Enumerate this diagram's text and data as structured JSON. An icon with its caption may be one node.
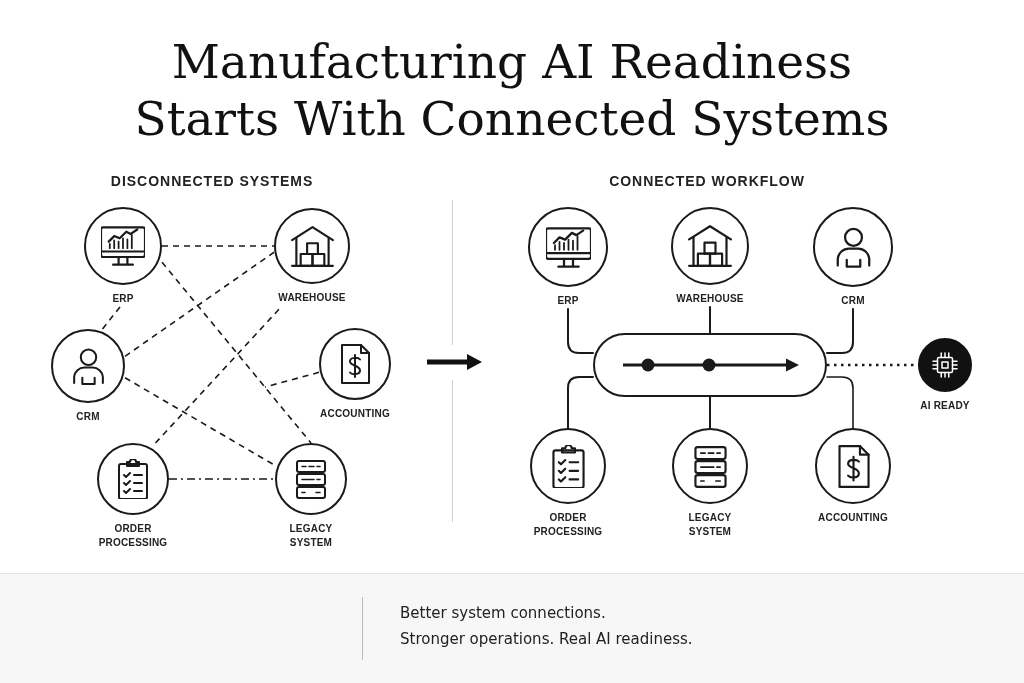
{
  "diagram": {
    "title": "Manufacturing AI Readiness Starts With Connected Systems",
    "nodes": [
      {
        "text": [
          "ERP"
        ]
      },
      {
        "text": [
          "WAREHOUSE"
        ]
      },
      {
        "text": [
          "CRM"
        ]
      },
      {
        "text": [
          "ACCOUNTING"
        ]
      },
      {
        "text": [
          "ORDER PROCESSING"
        ]
      },
      {
        "text": [
          "LEGACY SYSTEM"
        ]
      },
      {
        "text": [
          "ERP"
        ]
      },
      {
        "text": [
          "WAREHOUSE"
        ]
      },
      {
        "text": [
          "CRM"
        ]
      },
      {
        "text": [],
        "shape": "capsule"
      },
      {
        "text": [
          "AI READY"
        ]
      },
      {
        "text": [
          "ORDER PROCESSING"
        ]
      },
      {
        "text": [
          "LEGACY SYSTEM"
        ]
      },
      {
        "text": [
          "ACCOUNTING"
        ]
      }
    ],
    "edges": [
      {
        "from": 0,
        "to": 1,
        "arrow": "none",
        "style": "dashed"
      },
      {
        "from": 0,
        "to": 5,
        "arrow": "none",
        "style": "dashed"
      },
      {
        "from": 0,
        "to": 2,
        "arrow": "none",
        "style": "dashed"
      },
      {
        "from": 2,
        "to": 1,
        "arrow": "none",
        "style": "dashed"
      },
      {
        "from": 2,
        "to": 5,
        "arrow": "none",
        "style": "dashed"
      },
      {
        "from": 4,
        "to": 1,
        "arrow": "none",
        "style": "dashed"
      },
      {
        "from": 3,
        "to": null,
        "arrow": "none",
        "style": "dashed"
      },
      {
        "from": 4,
        "to": 5,
        "arrow": "none",
        "style": "dashed"
      },
      {
        "from": 6,
        "to": 9,
        "arrow": "none"
      },
      {
        "from": 7,
        "to": 9,
        "arrow": "none"
      },
      {
        "from": 8,
        "to": 9,
        "arrow": "none"
      },
      {
        "from": 9,
        "to": 10,
        "arrow": "none",
        "style": "dashed"
      },
      {
        "from": 11,
        "to": 9,
        "arrow": "none"
      },
      {
        "from": 12,
        "to": 9,
        "arrow": "none"
      },
      {
        "from": 13,
        "to": 9,
        "arrow": "none"
      }
    ],
    "labels": [
      "DISCONNECTED SYSTEMS",
      "CONNECTED WORKFLOW",
      "Better system connections.",
      "Stronger operations. Real AI readiness."
    ]
  }
}
